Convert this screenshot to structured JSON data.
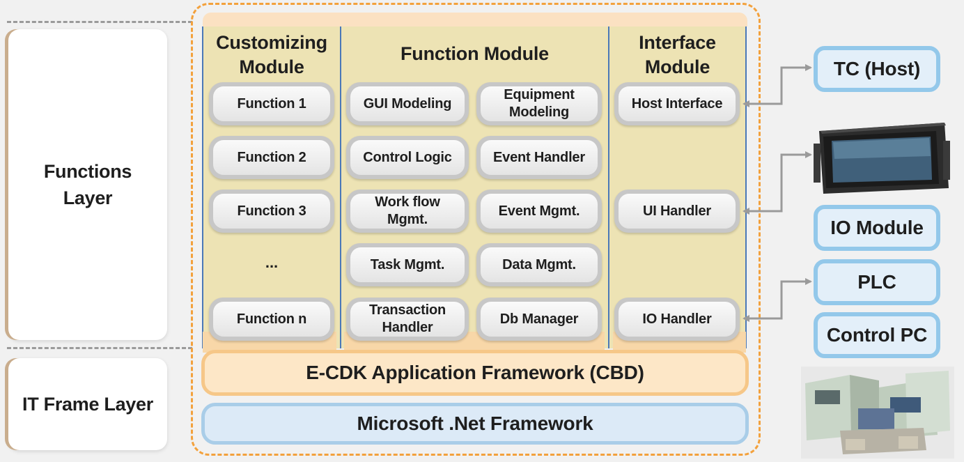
{
  "layers": {
    "functions": "Functions\nLayer",
    "it_frame": "IT Frame Layer"
  },
  "columns": {
    "customizing": "Customizing\nModule",
    "function": "Function Module",
    "interface": "Interface\nModule"
  },
  "customizing_items": [
    "Function 1",
    "Function 2",
    "Function 3",
    "...",
    "Function n"
  ],
  "function_items": {
    "left": [
      "GUI Modeling",
      "Control Logic",
      "Work flow\nMgmt.",
      "Task Mgmt.",
      "Transaction\nHandler"
    ],
    "right": [
      "Equipment\nModeling",
      "Event Handler",
      "Event Mgmt.",
      "Data Mgmt.",
      "Db Manager"
    ]
  },
  "interface_items": {
    "host": "Host Interface",
    "ui": "UI Handler",
    "io": "IO Handler"
  },
  "frameworks": {
    "ecdk": "E-CDK Application Framework (CBD)",
    "net": "Microsoft .Net Framework"
  },
  "external": {
    "tc_host": "TC (Host)",
    "io_module": "IO Module",
    "plc": "PLC",
    "control_pc": "Control PC"
  },
  "images": {
    "panel": "touch-panel-display-icon",
    "equipment": "equipment-machine-icon"
  },
  "colors": {
    "column_bg": "#ede3b4",
    "column_line": "#4a78b8",
    "outer_border": "#f3a13c",
    "framework_bar": "#fde7c7",
    "net_bar": "#dceaf7",
    "external_border": "#93c8ea",
    "layer_accent": "#c9ad8d"
  }
}
